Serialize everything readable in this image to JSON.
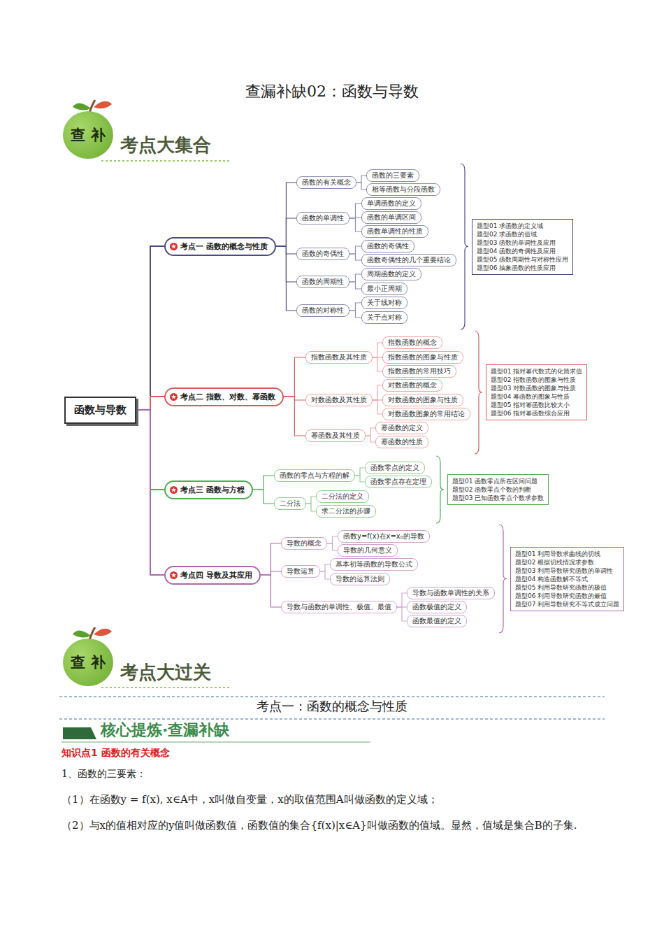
{
  "diagram": {
    "title": "查漏补缺02：函数与导数",
    "nodes": [
      {
        "text": [
          "查",
          "补"
        ]
      },
      {
        "text": [
          "函数与导数"
        ]
      },
      {
        "text": [
          "考点一 函数的概念与性质"
        ]
      },
      {
        "text": [
          "函数的有关概念"
        ]
      },
      {
        "text": [
          "函数的三要素"
        ]
      },
      {
        "text": [
          "相等函数与分段函数"
        ]
      },
      {
        "text": [
          "函数的单调性"
        ]
      },
      {
        "text": [
          "单调函数的定义"
        ]
      },
      {
        "text": [
          "函数的单调区间"
        ]
      },
      {
        "text": [
          "函数单调性的性质"
        ]
      },
      {
        "text": [
          "函数的奇偶性"
        ]
      },
      {
        "text": [
          "函数的奇偶性"
        ]
      },
      {
        "text": [
          "函数奇偶性的几个重要结论"
        ]
      },
      {
        "text": [
          "函数的周期性"
        ]
      },
      {
        "text": [
          "周期函数的定义"
        ]
      },
      {
        "text": [
          "最小正周期"
        ]
      },
      {
        "text": [
          "函数的对称性"
        ]
      },
      {
        "text": [
          "关于线对称"
        ]
      },
      {
        "text": [
          "关于点对称"
        ]
      },
      {
        "text": [
          "题型01 求函数的定义域",
          "题型02 求函数的值域",
          "题型03 函数的单调性及应用",
          "题型04 函数的奇偶性及应用",
          "题型05 函数周期性与对称性应用",
          "题型06 抽象函数的性质应用"
        ]
      },
      {
        "text": [
          "考点二 指数、对数、幂函数"
        ]
      },
      {
        "text": [
          "指数函数及其性质"
        ]
      },
      {
        "text": [
          "指数函数的概念"
        ]
      },
      {
        "text": [
          "指数函数的图象与性质"
        ]
      },
      {
        "text": [
          "指数函数的常用技巧"
        ]
      },
      {
        "text": [
          "对数函数及其性质"
        ]
      },
      {
        "text": [
          "对数函数的概念"
        ]
      },
      {
        "text": [
          "对数函数的图象与性质"
        ]
      },
      {
        "text": [
          "对数函数图象的常用结论"
        ]
      },
      {
        "text": [
          "幂函数及其性质"
        ]
      },
      {
        "text": [
          "幂函数的定义"
        ]
      },
      {
        "text": [
          "幂函数的性质"
        ]
      },
      {
        "text": [
          "题型01 指对幂代数式的化简求值",
          "题型02 指数函数的图象与性质",
          "题型03 对数函数的图象与性质",
          "题型04 幂函数的图象与性质",
          "题型05 指对幂函数比较大小",
          "题型06 指对幂函数综合应用"
        ]
      },
      {
        "text": [
          "考点三 函数与方程"
        ]
      },
      {
        "text": [
          "函数的零点与方程的解"
        ]
      },
      {
        "text": [
          "函数零点的定义"
        ]
      },
      {
        "text": [
          "函数零点存在定理"
        ]
      },
      {
        "text": [
          "二分法"
        ]
      },
      {
        "text": [
          "二分法的定义"
        ]
      },
      {
        "text": [
          "求二分法的步骤"
        ]
      },
      {
        "text": [
          "题型01 函数零点所在区间问题",
          "题型02 函数零点个数的判断",
          "题型03 已知函数零点个数求参数"
        ]
      },
      {
        "text": [
          "考点四 导数及其应用"
        ]
      },
      {
        "text": [
          "导数的概念"
        ]
      },
      {
        "text": [
          "函数y=f(x)在x=x₀的导数"
        ]
      },
      {
        "text": [
          "导数的几何意义"
        ]
      },
      {
        "text": [
          "导数运算"
        ]
      },
      {
        "text": [
          "基本初等函数的导数公式"
        ]
      },
      {
        "text": [
          "导数的运算法则"
        ]
      },
      {
        "text": [
          "导数与函数的单调性、极值、最值"
        ]
      },
      {
        "text": [
          "导数与函数单调性的关系"
        ]
      },
      {
        "text": [
          "函数极值的定义"
        ]
      },
      {
        "text": [
          "函数最值的定义"
        ]
      },
      {
        "text": [
          "题型01 利用导数求曲线的切线",
          "题型02 根据切线情况求参数",
          "题型03 利用导数研究函数的单调性",
          "题型04 构造函数解不等式",
          "题型05 利用导数研究函数的极值",
          "题型06 利用导数研究函数的最值",
          "题型07 利用导数研究不等式成立问题"
        ]
      },
      {
        "text": [
          "查",
          "补"
        ]
      }
    ],
    "edges": [
      {
        "from": 1,
        "to": 2,
        "arrow": "none"
      },
      {
        "from": 1,
        "to": 20,
        "arrow": "none"
      },
      {
        "from": 1,
        "to": 33,
        "arrow": "none"
      },
      {
        "from": 1,
        "to": 41,
        "arrow": "none"
      },
      {
        "from": 2,
        "to": 3,
        "arrow": "none"
      },
      {
        "from": 2,
        "to": 6,
        "arrow": "none"
      },
      {
        "from": 2,
        "to": 10,
        "arrow": "none"
      },
      {
        "from": 2,
        "to": 13,
        "arrow": "none"
      },
      {
        "from": 2,
        "to": 16,
        "arrow": "none"
      },
      {
        "from": 3,
        "to": 4,
        "arrow": "none"
      },
      {
        "from": 3,
        "to": 5,
        "arrow": "none"
      },
      {
        "from": 6,
        "to": 7,
        "arrow": "none"
      },
      {
        "from": 6,
        "to": 8,
        "arrow": "none"
      },
      {
        "from": 6,
        "to": 9,
        "arrow": "none"
      },
      {
        "from": 10,
        "to": 11,
        "arrow": "none"
      },
      {
        "from": 10,
        "to": 12,
        "arrow": "none"
      },
      {
        "from": 13,
        "to": 14,
        "arrow": "none"
      },
      {
        "from": 13,
        "to": 15,
        "arrow": "none"
      },
      {
        "from": 16,
        "to": 17,
        "arrow": "none"
      },
      {
        "from": 16,
        "to": 18,
        "arrow": "none"
      },
      {
        "from": 20,
        "to": 21,
        "arrow": "none"
      },
      {
        "from": 20,
        "to": 25,
        "arrow": "none"
      },
      {
        "from": 20,
        "to": 29,
        "arrow": "none"
      },
      {
        "from": 21,
        "to": 22,
        "arrow": "none"
      },
      {
        "from": 21,
        "to": 23,
        "arrow": "none"
      },
      {
        "from": 21,
        "to": 24,
        "arrow": "none"
      },
      {
        "from": 25,
        "to": 26,
        "arrow": "none"
      },
      {
        "from": 25,
        "to": 27,
        "arrow": "none"
      },
      {
        "from": 25,
        "to": 28,
        "arrow": "none"
      },
      {
        "from": 29,
        "to": 30,
        "arrow": "none"
      },
      {
        "from": 29,
        "to": 31,
        "arrow": "none"
      },
      {
        "from": 33,
        "to": 34,
        "arrow": "none"
      },
      {
        "from": 33,
        "to": 37,
        "arrow": "none"
      },
      {
        "from": 34,
        "to": 35,
        "arrow": "none"
      },
      {
        "from": 34,
        "to": 36,
        "arrow": "none"
      },
      {
        "from": 37,
        "to": 38,
        "arrow": "none"
      },
      {
        "from": 37,
        "to": 39,
        "arrow": "none"
      },
      {
        "from": 41,
        "to": 42,
        "arrow": "none"
      },
      {
        "from": 41,
        "to": 45,
        "arrow": "none"
      },
      {
        "from": 41,
        "to": 48,
        "arrow": "none"
      },
      {
        "from": 42,
        "to": 43,
        "arrow": "none"
      },
      {
        "from": 42,
        "to": 44,
        "arrow": "none"
      },
      {
        "from": 45,
        "to": 46,
        "arrow": "none"
      },
      {
        "from": 45,
        "to": 47,
        "arrow": "none"
      },
      {
        "from": 48,
        "to": 49,
        "arrow": "none"
      },
      {
        "from": 48,
        "to": 50,
        "arrow": "none"
      },
      {
        "from": 48,
        "to": 51,
        "arrow": "none"
      }
    ],
    "labels": [
      "考点大集合",
      "考点大过关",
      "考点一：函数的概念与性质",
      "核心提炼·查漏补缺",
      "知识点1 函数的有关概念",
      "1、函数的三要素：",
      "（1）在函数y = f(x), x∈A中，x叫做自变量，x的取值范围A叫做函数的定义域；",
      "（2）与x的值相对应的y值叫做函数值，函数值的集合{f(x)|x∈A}叫做函数的值域。显然，值域是集合B的子集."
    ]
  }
}
